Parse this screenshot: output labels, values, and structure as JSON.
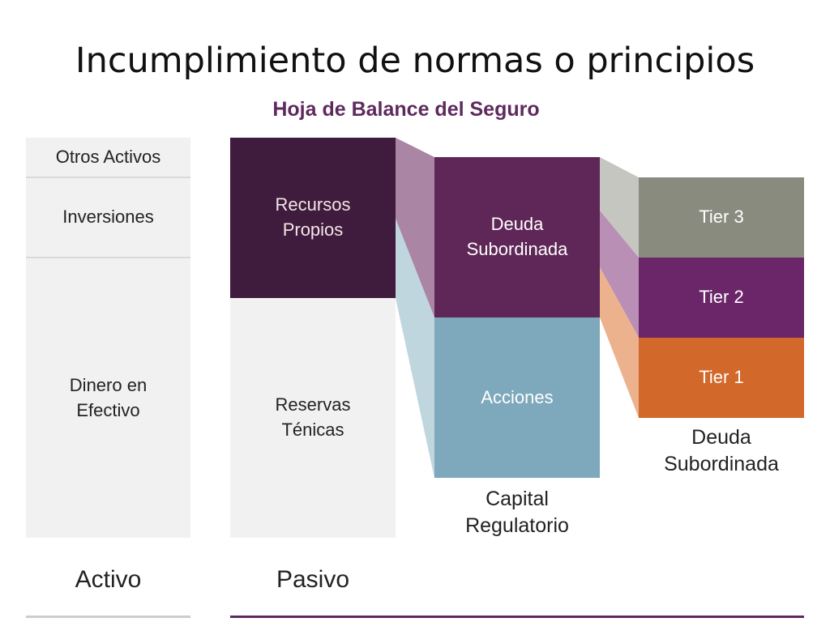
{
  "title": "Incumplimiento de normas o principios",
  "diagram": {
    "subtitle": "Hoja de Balance del Seguro",
    "activo": {
      "label": "Activo",
      "items": [
        {
          "label": "Otros Activos"
        },
        {
          "label": "Inversiones"
        },
        {
          "label": "Dinero en\nEfectivo"
        }
      ]
    },
    "pasivo": {
      "label": "Pasivo",
      "items": [
        {
          "label": "Recursos\nPropios"
        },
        {
          "label": "Reservas\nTénicas"
        }
      ]
    },
    "capital": {
      "label": "Capital\nRegulatorio",
      "items": [
        {
          "label": "Deuda\nSubordinada"
        },
        {
          "label": "Acciones"
        }
      ]
    },
    "deuda": {
      "label": "Deuda\nSubordinada",
      "items": [
        {
          "label": "Tier 3"
        },
        {
          "label": "Tier 2"
        },
        {
          "label": "Tier 1"
        }
      ]
    },
    "colors": {
      "subtitle": "#5e2a5e",
      "grey_block": "#f1f1f1",
      "grey_divider": "#d9d9d9",
      "recursos_propios": "#3f1b3d",
      "deuda_subordinada": "#5f2757",
      "acciones": "#7ea8bc",
      "tier3": "#8a8b7f",
      "tier2": "#6a2669",
      "tier1": "#d2682a",
      "conn_recursos": "#ab86a4",
      "conn_reservas": "#c0d6df",
      "conn_tier3": "#c6c6c0",
      "conn_tier2": "#b98fb5",
      "conn_tier1": "#ecb28e",
      "label_text": "#222222",
      "light_text": "#ffffff",
      "light_text_soft": "#f3e6e6",
      "rule_activo": "#cccccc",
      "rule_pasivo": "#5e2a5e"
    }
  }
}
